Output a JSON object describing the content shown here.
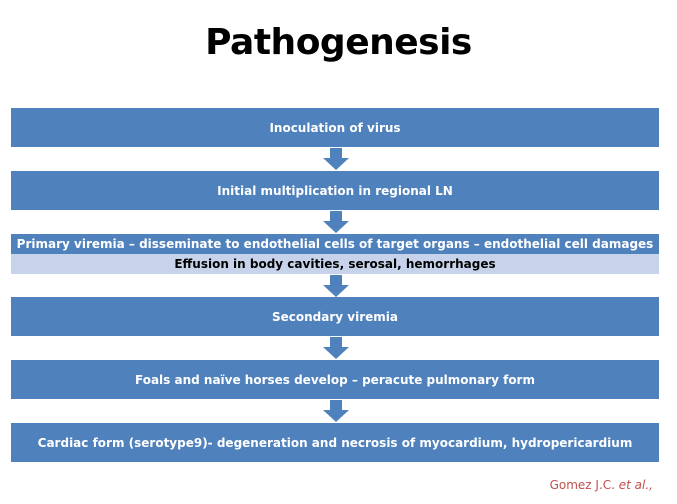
{
  "slide": {
    "title": "Pathogenesis",
    "steps": [
      "Inoculation of virus",
      "Initial multiplication in regional LN",
      "Primary viremia – disseminate to endothelial cells of target organs – endothelial cell damages",
      "Secondary viremia",
      "Foals and naïve horses develop – peracute pulmonary form",
      "Cardiac form (serotype9)- degeneration and necrosis of myocardium, hydropericardium"
    ],
    "sub_step": "Effusion in body cavities, serosal, hemorrhages",
    "citation_author": "Gomez J.C. ",
    "citation_etal": "et al.,",
    "colors": {
      "box": "#4f81bd",
      "sub_box": "#c6d3ea",
      "citation": "#c0504d"
    }
  }
}
